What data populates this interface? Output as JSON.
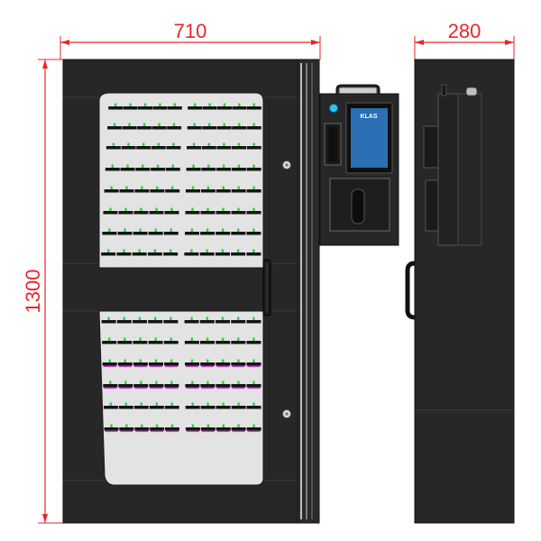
{
  "dimensions": {
    "width_label": "710",
    "depth_label": "280",
    "height_label": "1300"
  },
  "brand": {
    "screen_logo": "KLAS"
  },
  "colors": {
    "cabinet": "#272727",
    "dimension": "#e8262b",
    "window": "#e3e3e3",
    "screen": "#2b6fb4",
    "led": "#2ec4f0",
    "key_green": "#2fd13c",
    "key_magenta": "#c040c8",
    "key_body": "#141414"
  },
  "icons": {
    "handle": "cabinet-handle-icon",
    "keyhole": "keyhole-icon"
  }
}
